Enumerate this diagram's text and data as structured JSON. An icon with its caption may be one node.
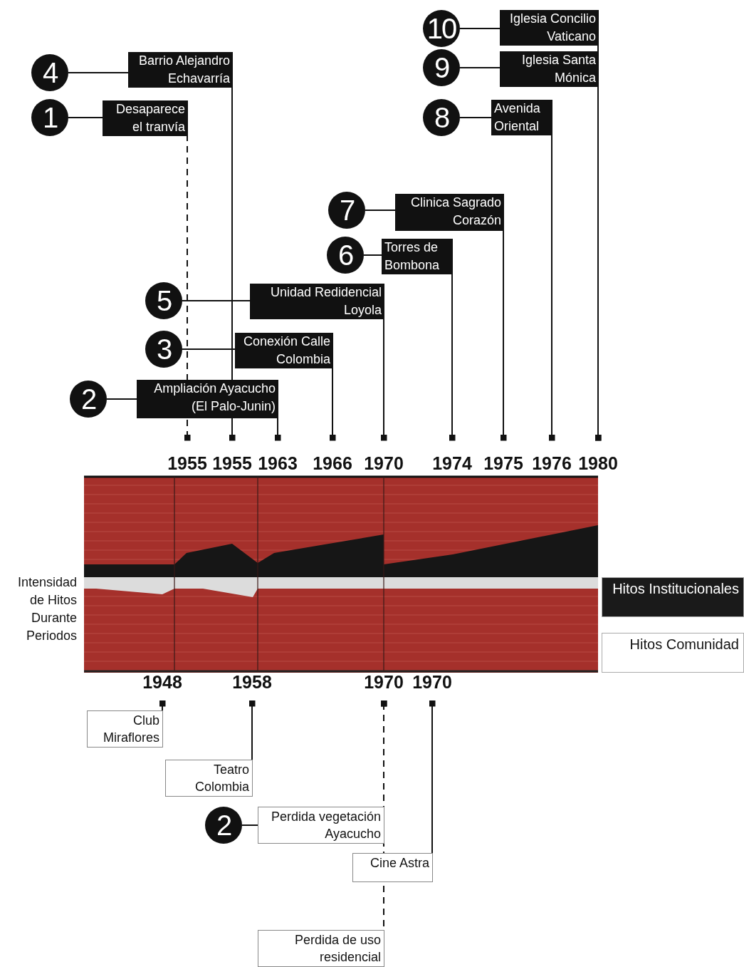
{
  "diagram": {
    "nodes": [
      {
        "text": [
          "4"
        ]
      },
      {
        "text": [
          "Barrio Alejandro Echavarría"
        ]
      },
      {
        "text": [
          "1"
        ]
      },
      {
        "text": [
          "Desaparece el tranvía"
        ]
      },
      {
        "text": [
          "10"
        ]
      },
      {
        "text": [
          "Iglesia Concilio Vaticano"
        ]
      },
      {
        "text": [
          "9"
        ]
      },
      {
        "text": [
          "Iglesia Santa Mónica"
        ]
      },
      {
        "text": [
          "8"
        ]
      },
      {
        "text": [
          "Avenida Oriental"
        ]
      },
      {
        "text": [
          "7"
        ]
      },
      {
        "text": [
          "Clinica Sagrado Corazón"
        ]
      },
      {
        "text": [
          "6"
        ]
      },
      {
        "text": [
          "Torres de Bombona"
        ]
      },
      {
        "text": [
          "5"
        ]
      },
      {
        "text": [
          "Unidad Redidencial Loyola"
        ]
      },
      {
        "text": [
          "3"
        ]
      },
      {
        "text": [
          "Conexión Calle Colombia"
        ]
      },
      {
        "text": [
          "2"
        ]
      },
      {
        "text": [
          "Ampliación Ayacucho (El Palo-Junin)"
        ]
      },
      {
        "text": [
          "1955"
        ]
      },
      {
        "text": [
          "1955"
        ]
      },
      {
        "text": [
          "1963"
        ]
      },
      {
        "text": [
          "1966"
        ]
      },
      {
        "text": [
          "1970"
        ]
      },
      {
        "text": [
          "1974"
        ]
      },
      {
        "text": [
          "1975"
        ]
      },
      {
        "text": [
          "1976"
        ]
      },
      {
        "text": [
          "1980"
        ]
      },
      {
        "text": [
          "1948"
        ]
      },
      {
        "text": [
          "1958"
        ]
      },
      {
        "text": [
          "1970"
        ]
      },
      {
        "text": [
          "1970"
        ]
      },
      {
        "text": [
          "Club Miraflores"
        ]
      },
      {
        "text": [
          "Teatro Colombia"
        ]
      },
      {
        "text": [
          "2"
        ]
      },
      {
        "text": [
          "Perdida vegetación Ayacucho"
        ]
      },
      {
        "text": [
          "Cine Astra"
        ]
      },
      {
        "text": [
          "Perdida de uso residencial"
        ]
      }
    ],
    "edges": [
      {
        "from": 0,
        "to": 1,
        "arrow": "none"
      },
      {
        "from": 2,
        "to": 3,
        "arrow": "none"
      },
      {
        "from": 4,
        "to": 5,
        "arrow": "none"
      },
      {
        "from": 6,
        "to": 7,
        "arrow": "none"
      },
      {
        "from": 8,
        "to": 9,
        "arrow": "none"
      },
      {
        "from": 10,
        "to": 11,
        "arrow": "none"
      },
      {
        "from": 12,
        "to": 13,
        "arrow": "none"
      },
      {
        "from": 14,
        "to": 15,
        "arrow": "none"
      },
      {
        "from": 16,
        "to": 17,
        "arrow": "none"
      },
      {
        "from": 18,
        "to": 19,
        "arrow": "none"
      },
      {
        "from": 20,
        "to": 3,
        "arrow": "other",
        "style": "dashed"
      },
      {
        "from": 21,
        "to": 1,
        "arrow": "other"
      },
      {
        "from": 22,
        "to": 19,
        "arrow": "other"
      },
      {
        "from": 23,
        "to": 17,
        "arrow": "other"
      },
      {
        "from": 24,
        "to": 15,
        "arrow": "other"
      },
      {
        "from": 25,
        "to": 13,
        "arrow": "other"
      },
      {
        "from": 26,
        "to": 11,
        "arrow": "other"
      },
      {
        "from": 27,
        "to": 9,
        "arrow": "other"
      },
      {
        "from": 28,
        "to": 5,
        "arrow": "other"
      },
      {
        "from": 28,
        "to": 7,
        "arrow": "other"
      },
      {
        "from": 29,
        "to": 33,
        "arrow": "other"
      },
      {
        "from": 30,
        "to": 34,
        "arrow": "other"
      },
      {
        "from": 35,
        "to": 36,
        "arrow": "none"
      },
      {
        "from": 31,
        "to": 36,
        "arrow": "other",
        "style": "dashed"
      },
      {
        "from": 31,
        "to": 38,
        "arrow": "other",
        "style": "dashed"
      },
      {
        "from": 32,
        "to": 37,
        "arrow": "other"
      }
    ],
    "labels": [
      "Intensidad de Hitos Durante Periodos"
    ],
    "legend": [
      {
        "text": "Hitos Institucionales",
        "color": "#1a1a1a"
      },
      {
        "text": "Hitos Comunidad",
        "color": "#ffffff"
      }
    ]
  }
}
